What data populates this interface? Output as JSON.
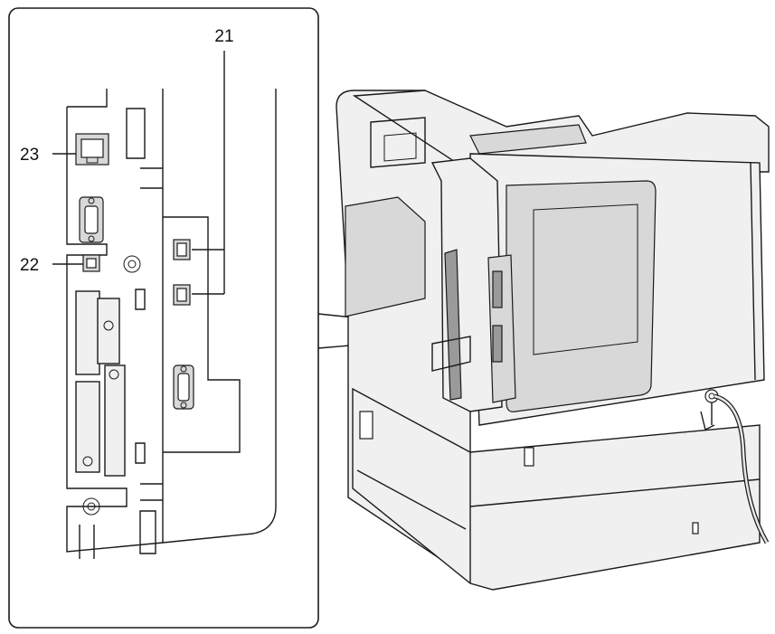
{
  "callouts": {
    "port_21": "21",
    "port_22": "22",
    "port_23": "23"
  },
  "colors": {
    "line": "#1a1a1a",
    "panel_fill": "#f0f0f0",
    "shade": "#d8d8d8",
    "dark_shade": "#9a9a9a",
    "background": "#ffffff"
  }
}
